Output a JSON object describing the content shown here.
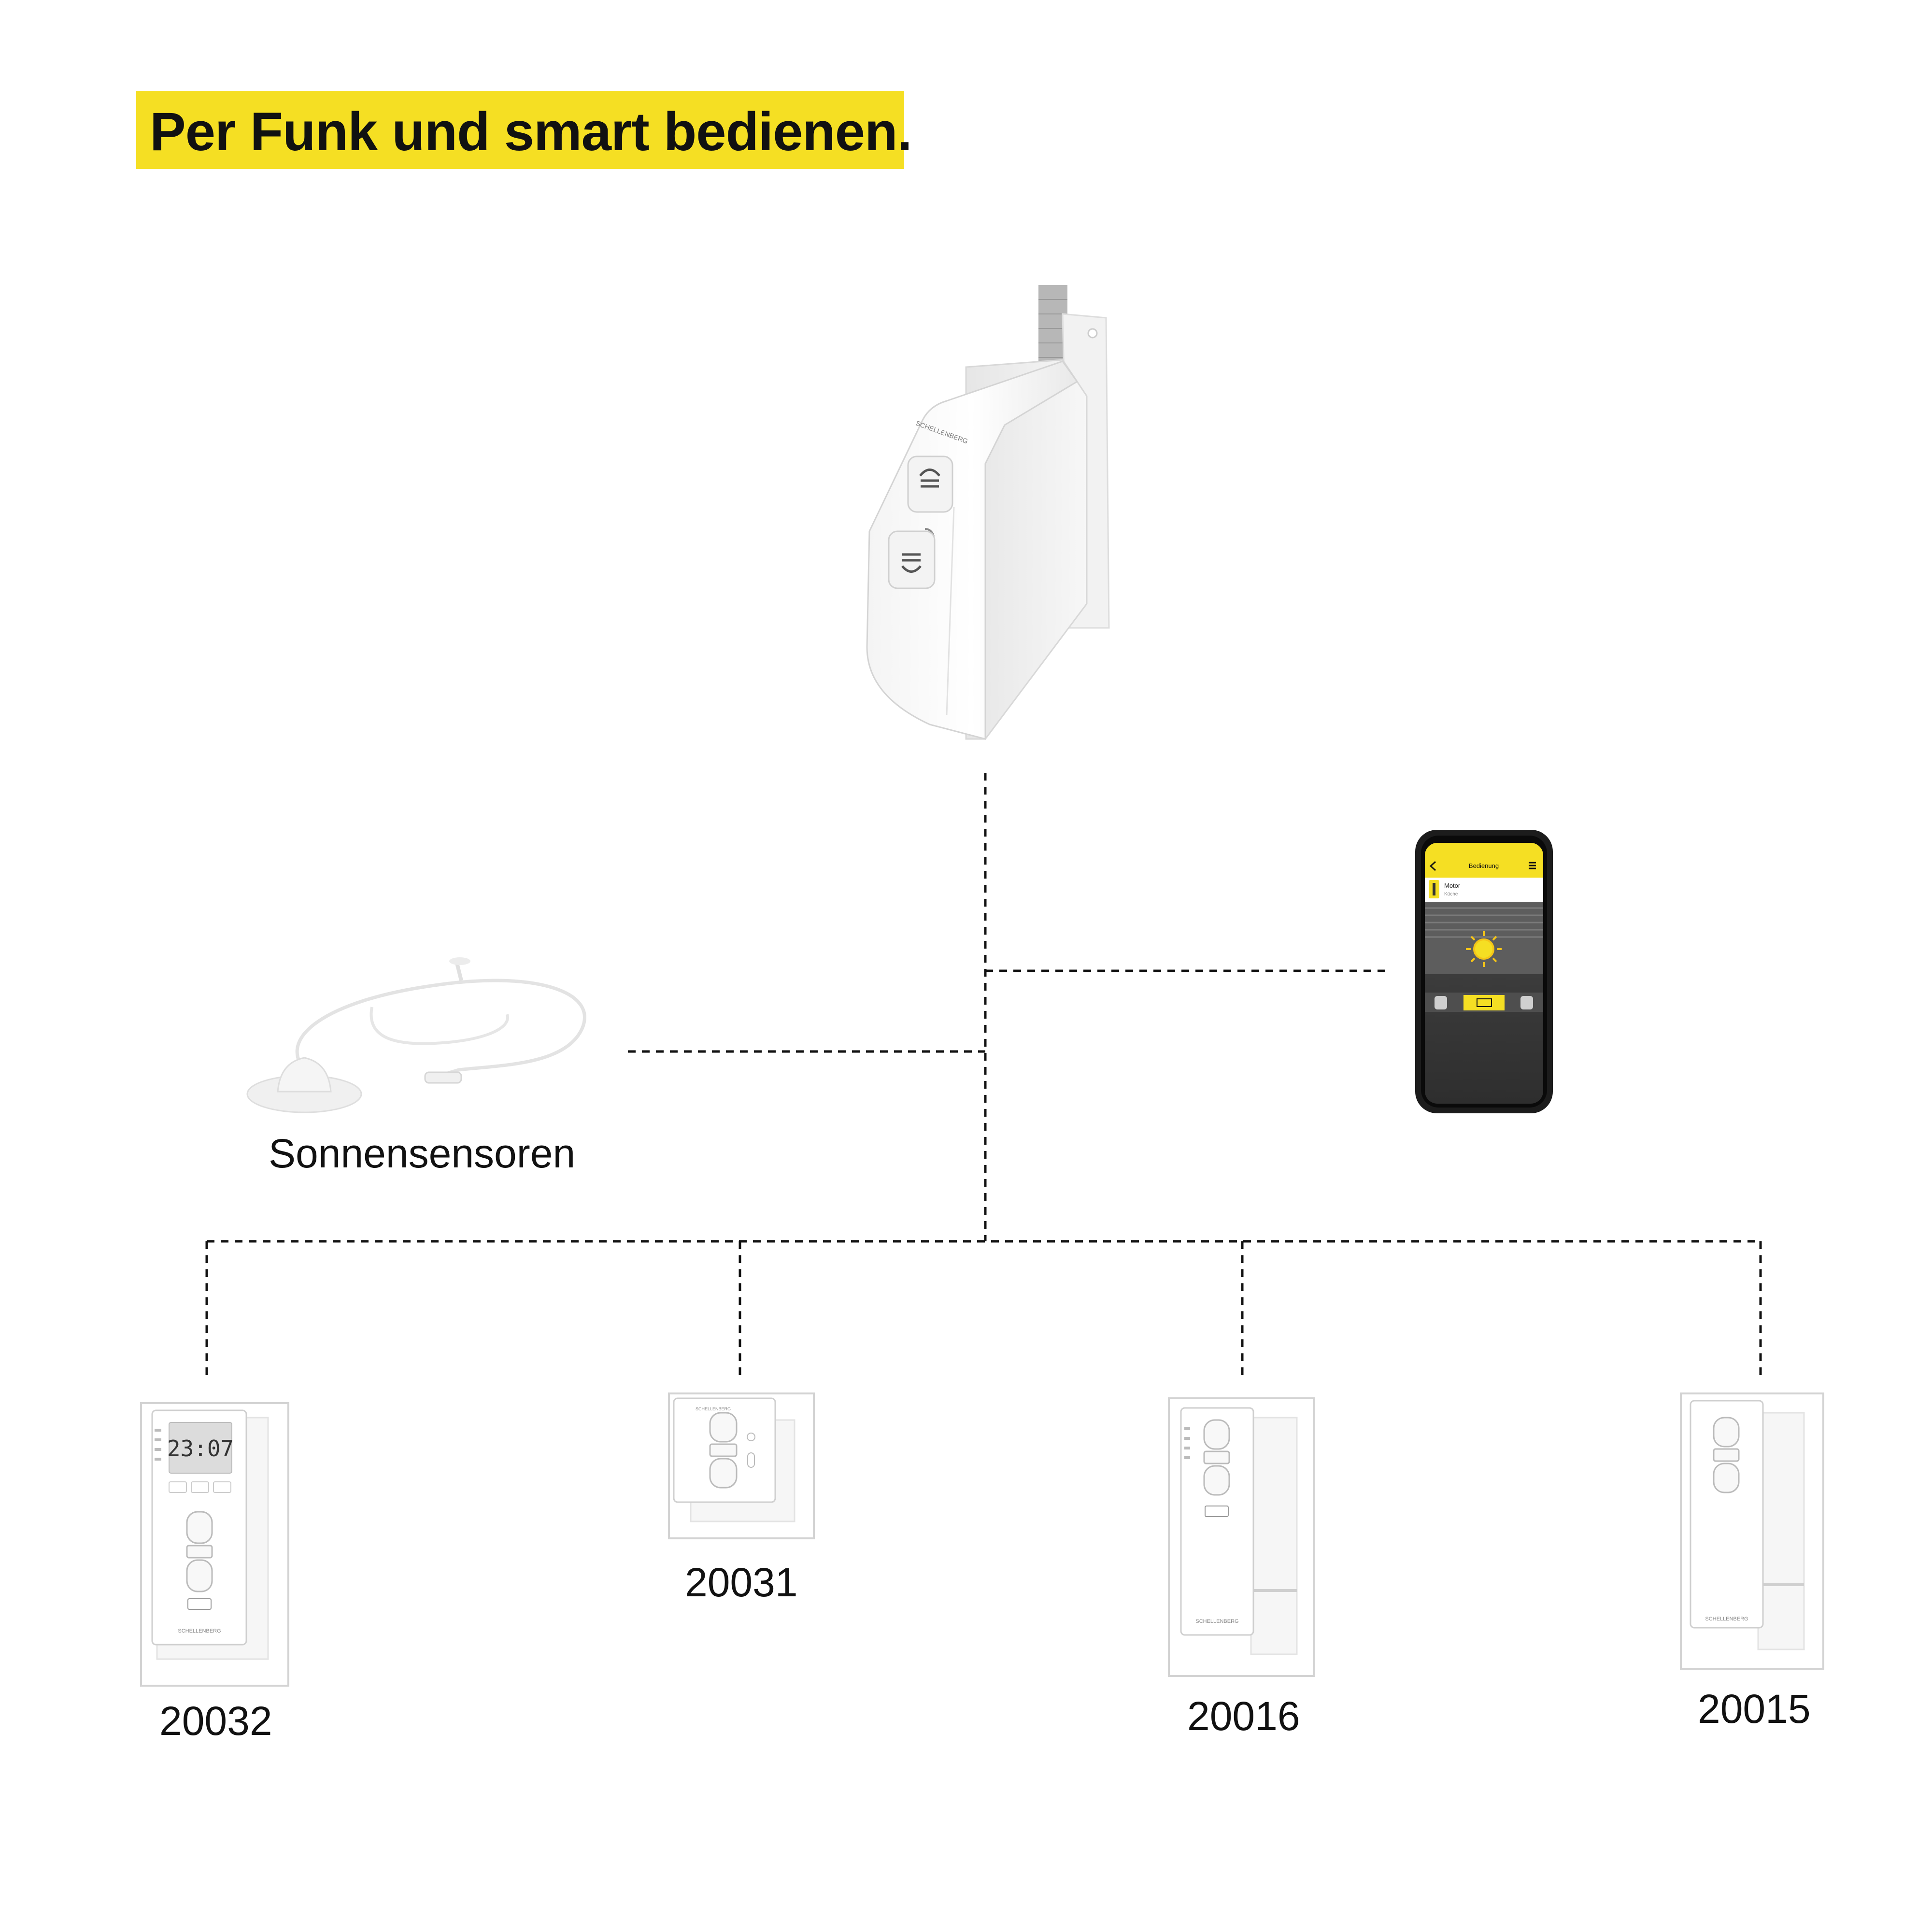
{
  "header": {
    "title": "Per Funk und smart bedienen."
  },
  "colors": {
    "accent_yellow": "#f5df23",
    "device_white": "#ffffff",
    "phone_screen_dark": "#3a3a3a",
    "line": "#111111"
  },
  "central_device": {
    "brand": "SCHELLENBERG"
  },
  "phone": {
    "app_header": "Bedienung",
    "device_name": "Motor",
    "device_sub": "Küche"
  },
  "sensor": {
    "label": "Sonnensensoren"
  },
  "transmitters": [
    {
      "label": "20032",
      "brand": "SCHELLENBERG",
      "display_time": "23:07"
    },
    {
      "label": "20031",
      "brand": "SCHELLENBERG"
    },
    {
      "label": "20016",
      "brand": "SCHELLENBERG"
    },
    {
      "label": "20015",
      "brand": "SCHELLENBERG"
    }
  ]
}
